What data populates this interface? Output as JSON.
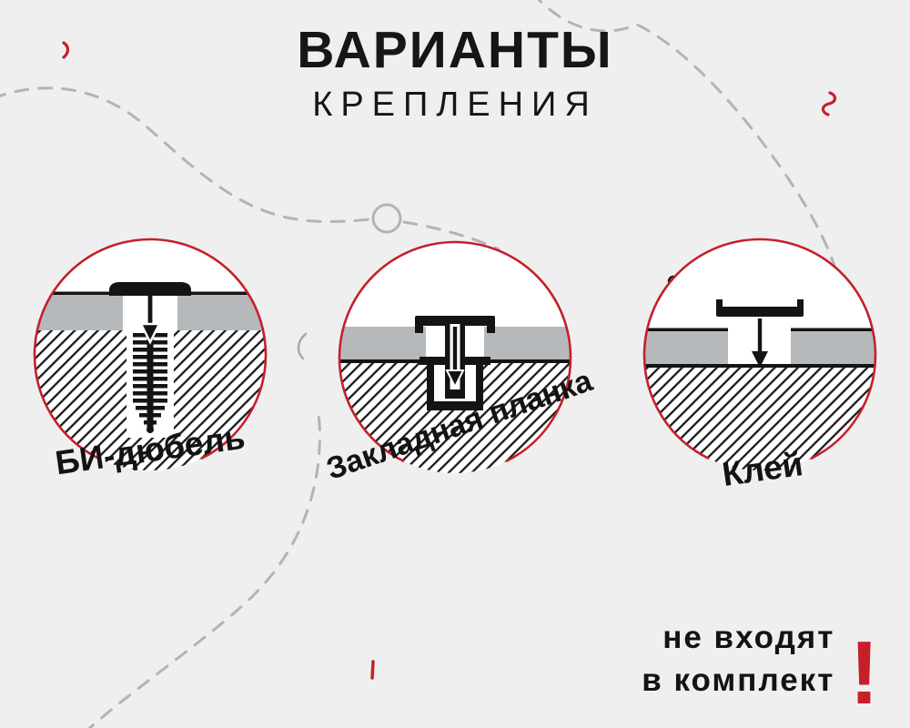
{
  "colors": {
    "background": "#efeff0",
    "accent_red": "#c5202a",
    "ink": "#161616",
    "panel_gray": "#b6b9bb",
    "dash_gray": "#b4b4b6"
  },
  "header": {
    "title": "ВАРИАНТЫ",
    "subtitle": "КРЕПЛЕНИЯ"
  },
  "options": [
    {
      "id": "bi-dowel",
      "label": "БИ-дюбель"
    },
    {
      "id": "embedded-plank",
      "label": "Закладная планка"
    },
    {
      "id": "glue",
      "label": "Клей"
    }
  ],
  "footer": {
    "note_line1": "не входят",
    "note_line2": "в комплект",
    "exclamation": "!"
  }
}
